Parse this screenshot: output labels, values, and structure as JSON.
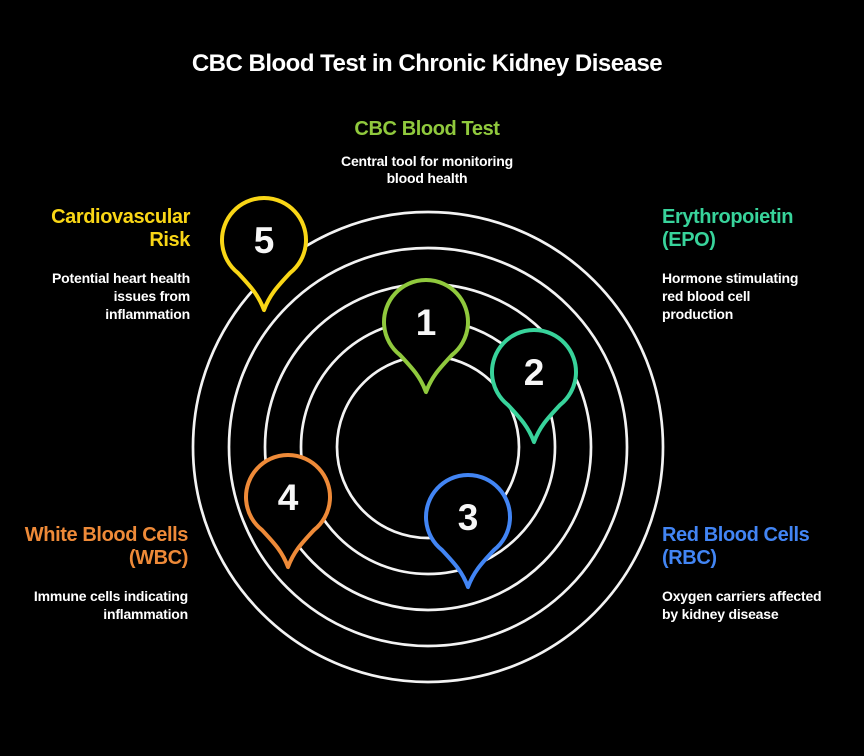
{
  "title": "CBC Blood Test in Chronic Kidney Disease",
  "colors": {
    "background": "#000000",
    "ring": "#F3F3F3",
    "body_text": "#FFFFFF",
    "pin_number": "#F7F7F7"
  },
  "items": [
    {
      "number": "1",
      "label": "CBC Blood Test",
      "description": "Central tool for monitoring blood health",
      "color": "#90C93D"
    },
    {
      "number": "2",
      "label": "Erythropoietin (EPO)",
      "description": "Hormone stimulating red blood cell production",
      "color": "#38D39B"
    },
    {
      "number": "3",
      "label": "Red Blood Cells (RBC)",
      "description": "Oxygen carriers affected by kidney disease",
      "color": "#4285F4"
    },
    {
      "number": "4",
      "label": "White Blood Cells (WBC)",
      "description": "Immune cells indicating inflammation",
      "color": "#EE8A38"
    },
    {
      "number": "5",
      "label": "Cardiovascular Risk",
      "description": "Potential heart health issues from inflammation",
      "color": "#F9D616"
    }
  ]
}
